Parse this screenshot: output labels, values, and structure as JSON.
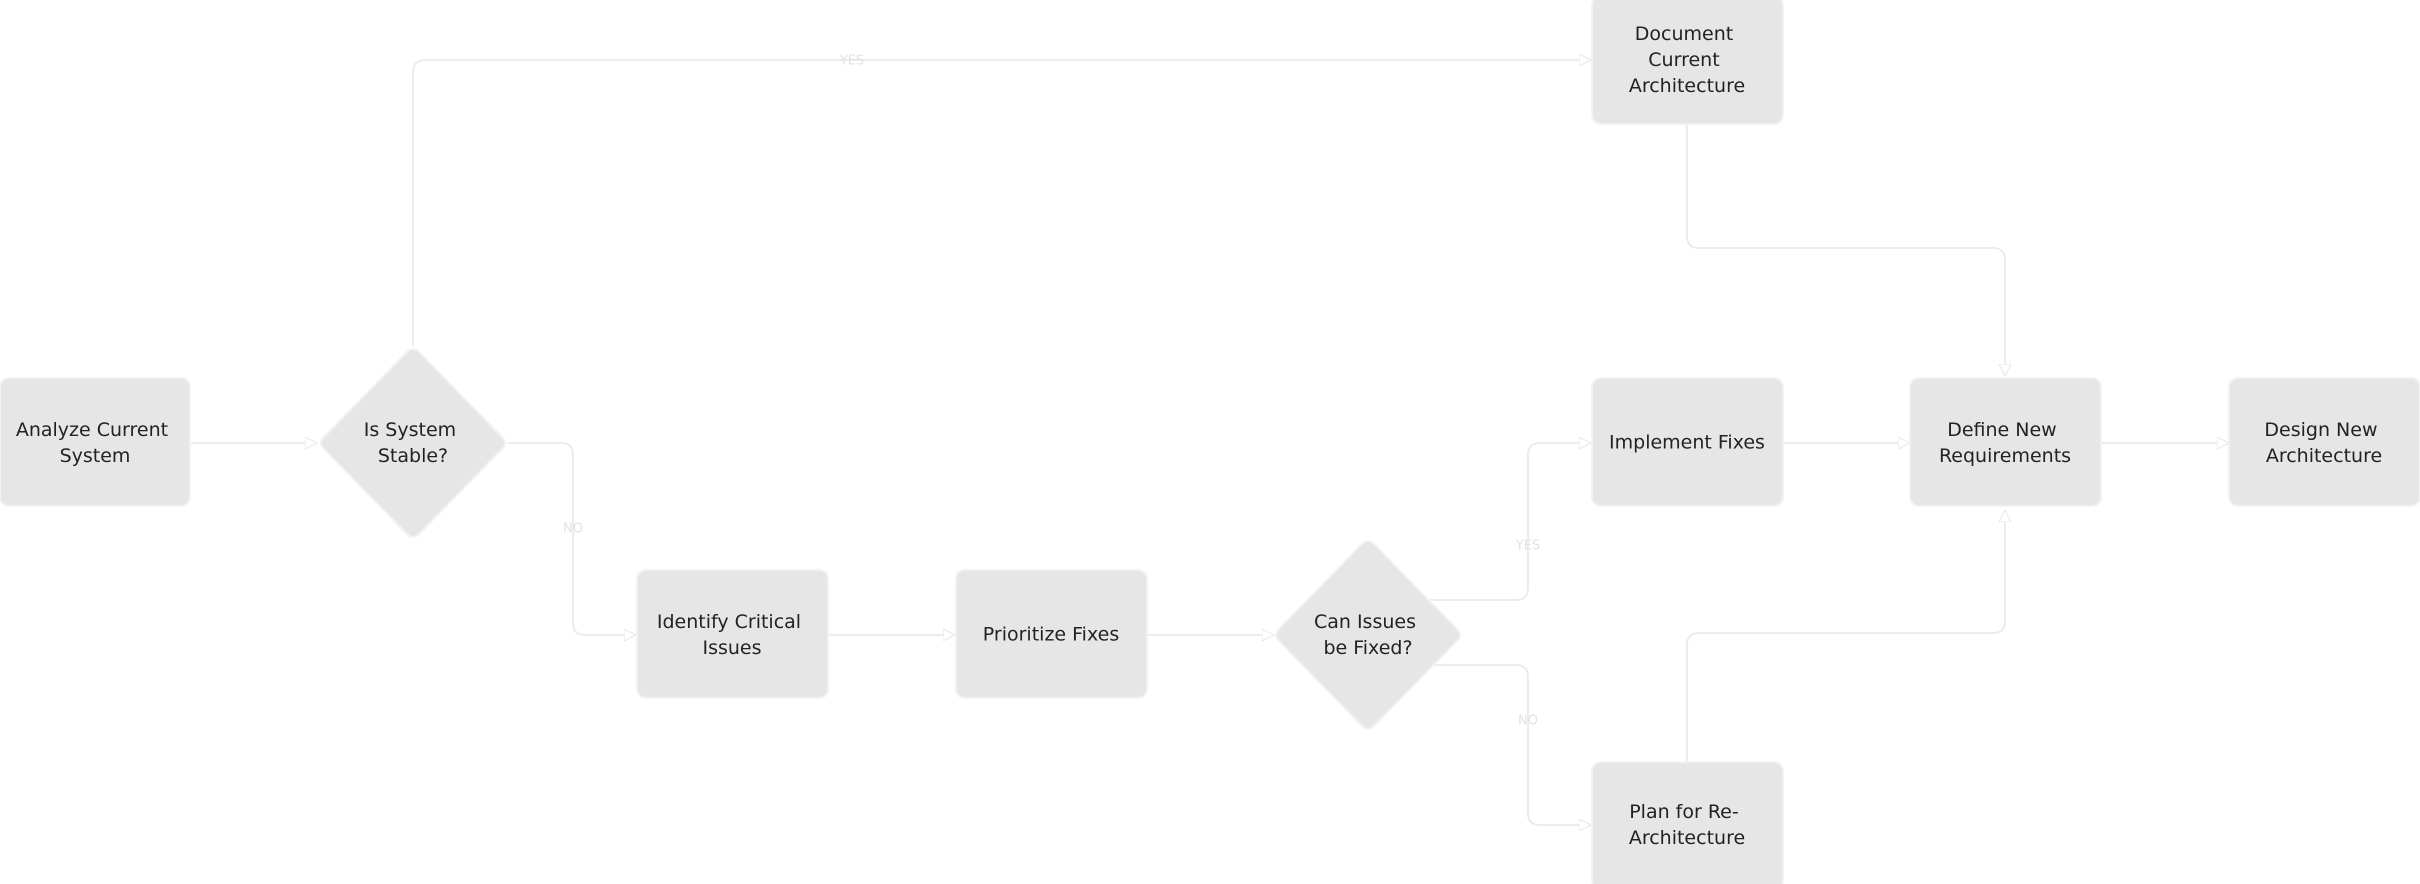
{
  "colors": {
    "node_fill": "#e6e6e6",
    "node_stroke": "#f2f2f2",
    "edge": "#ececec",
    "text": "#222222"
  },
  "nodes": {
    "analyze": {
      "text": "Analyze Current System",
      "shape": "process"
    },
    "stable": {
      "text": "Is System Stable?",
      "shape": "decision"
    },
    "document": {
      "text": "Document Current Architecture",
      "shape": "process"
    },
    "identify": {
      "text": "Identify Critical Issues",
      "shape": "process"
    },
    "prioritize": {
      "text": "Prioritize Fixes",
      "shape": "process"
    },
    "canfix": {
      "text": "Can Issues be Fixed?",
      "shape": "decision"
    },
    "implement": {
      "text": "Implement Fixes",
      "shape": "process"
    },
    "plan": {
      "text": "Plan for Re-Architecture",
      "shape": "process"
    },
    "define": {
      "text": "Define New Requirements",
      "shape": "process"
    },
    "design": {
      "text": "Design New Architecture",
      "shape": "process"
    }
  },
  "edges": {
    "analyze_stable": {
      "from": "analyze",
      "to": "stable",
      "label": ""
    },
    "stable_document": {
      "from": "stable",
      "to": "document",
      "label": "YES"
    },
    "stable_identify": {
      "from": "stable",
      "to": "identify",
      "label": "NO"
    },
    "identify_prioritize": {
      "from": "identify",
      "to": "prioritize",
      "label": ""
    },
    "prioritize_canfix": {
      "from": "prioritize",
      "to": "canfix",
      "label": ""
    },
    "canfix_implement": {
      "from": "canfix",
      "to": "implement",
      "label": "YES"
    },
    "canfix_plan": {
      "from": "canfix",
      "to": "plan",
      "label": "NO"
    },
    "document_define": {
      "from": "document",
      "to": "define",
      "label": ""
    },
    "implement_define": {
      "from": "implement",
      "to": "define",
      "label": ""
    },
    "plan_define": {
      "from": "plan",
      "to": "define",
      "label": ""
    },
    "define_design": {
      "from": "define",
      "to": "design",
      "label": ""
    }
  }
}
